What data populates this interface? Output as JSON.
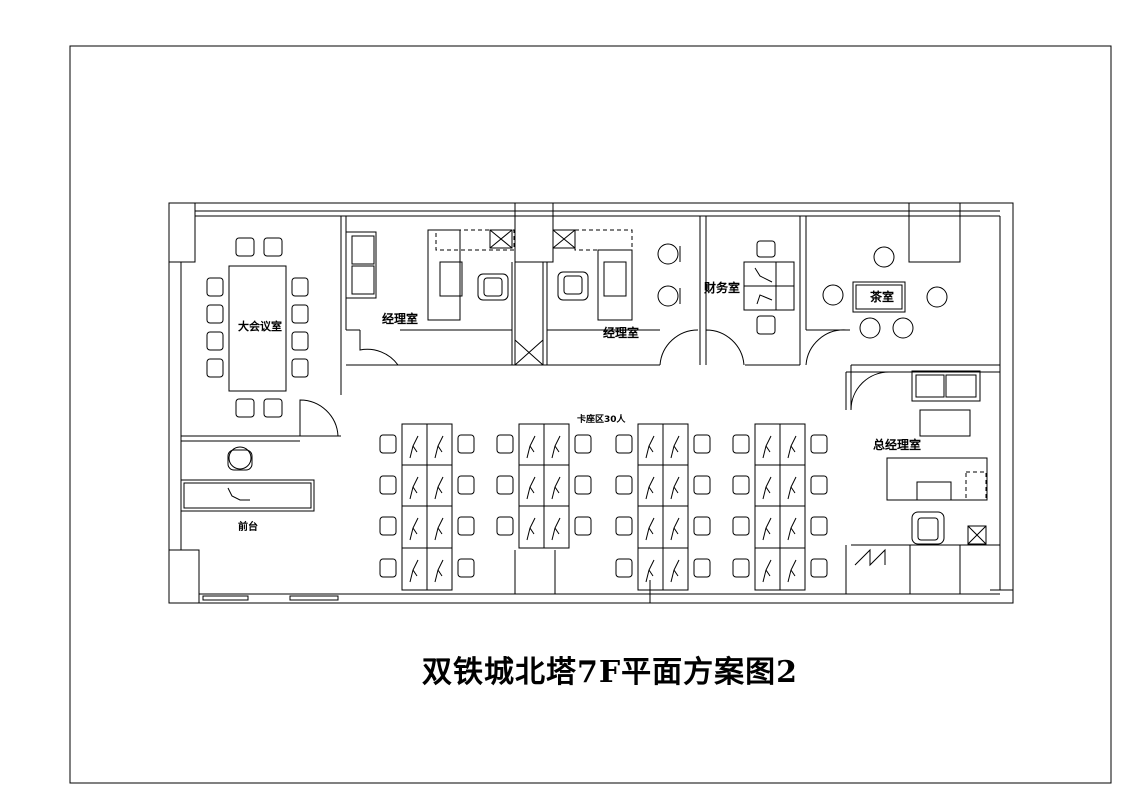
{
  "title": "双铁城北塔7F平面方案图2",
  "colors": {
    "line": "#000000",
    "background": "#ffffff"
  },
  "rooms": {
    "conference": "大会议室",
    "manager_1": "经理室",
    "manager_2": "经理室",
    "finance": "财务室",
    "tea": "茶室",
    "ceo": "总经理室",
    "workstations": "卡座区30人",
    "reception": "前台"
  },
  "icons": [
    "chair-icon",
    "desk-icon",
    "door-icon",
    "phone-icon",
    "sofa-icon",
    "column-icon"
  ]
}
